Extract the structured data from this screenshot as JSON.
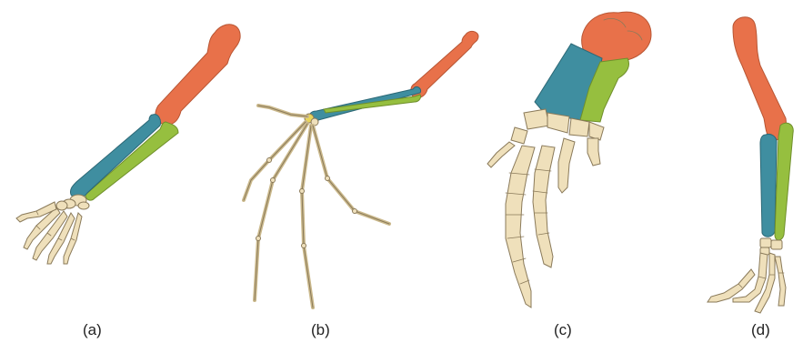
{
  "labels": {
    "a": "(a)",
    "b": "(b)",
    "c": "(c)",
    "d": "(d)"
  },
  "colors": {
    "humerus": "#e8714a",
    "radius": "#3f8ea0",
    "ulna": "#96bf3f",
    "carpals_digits": "#efe0bb",
    "outline": "#8a7a5a"
  }
}
